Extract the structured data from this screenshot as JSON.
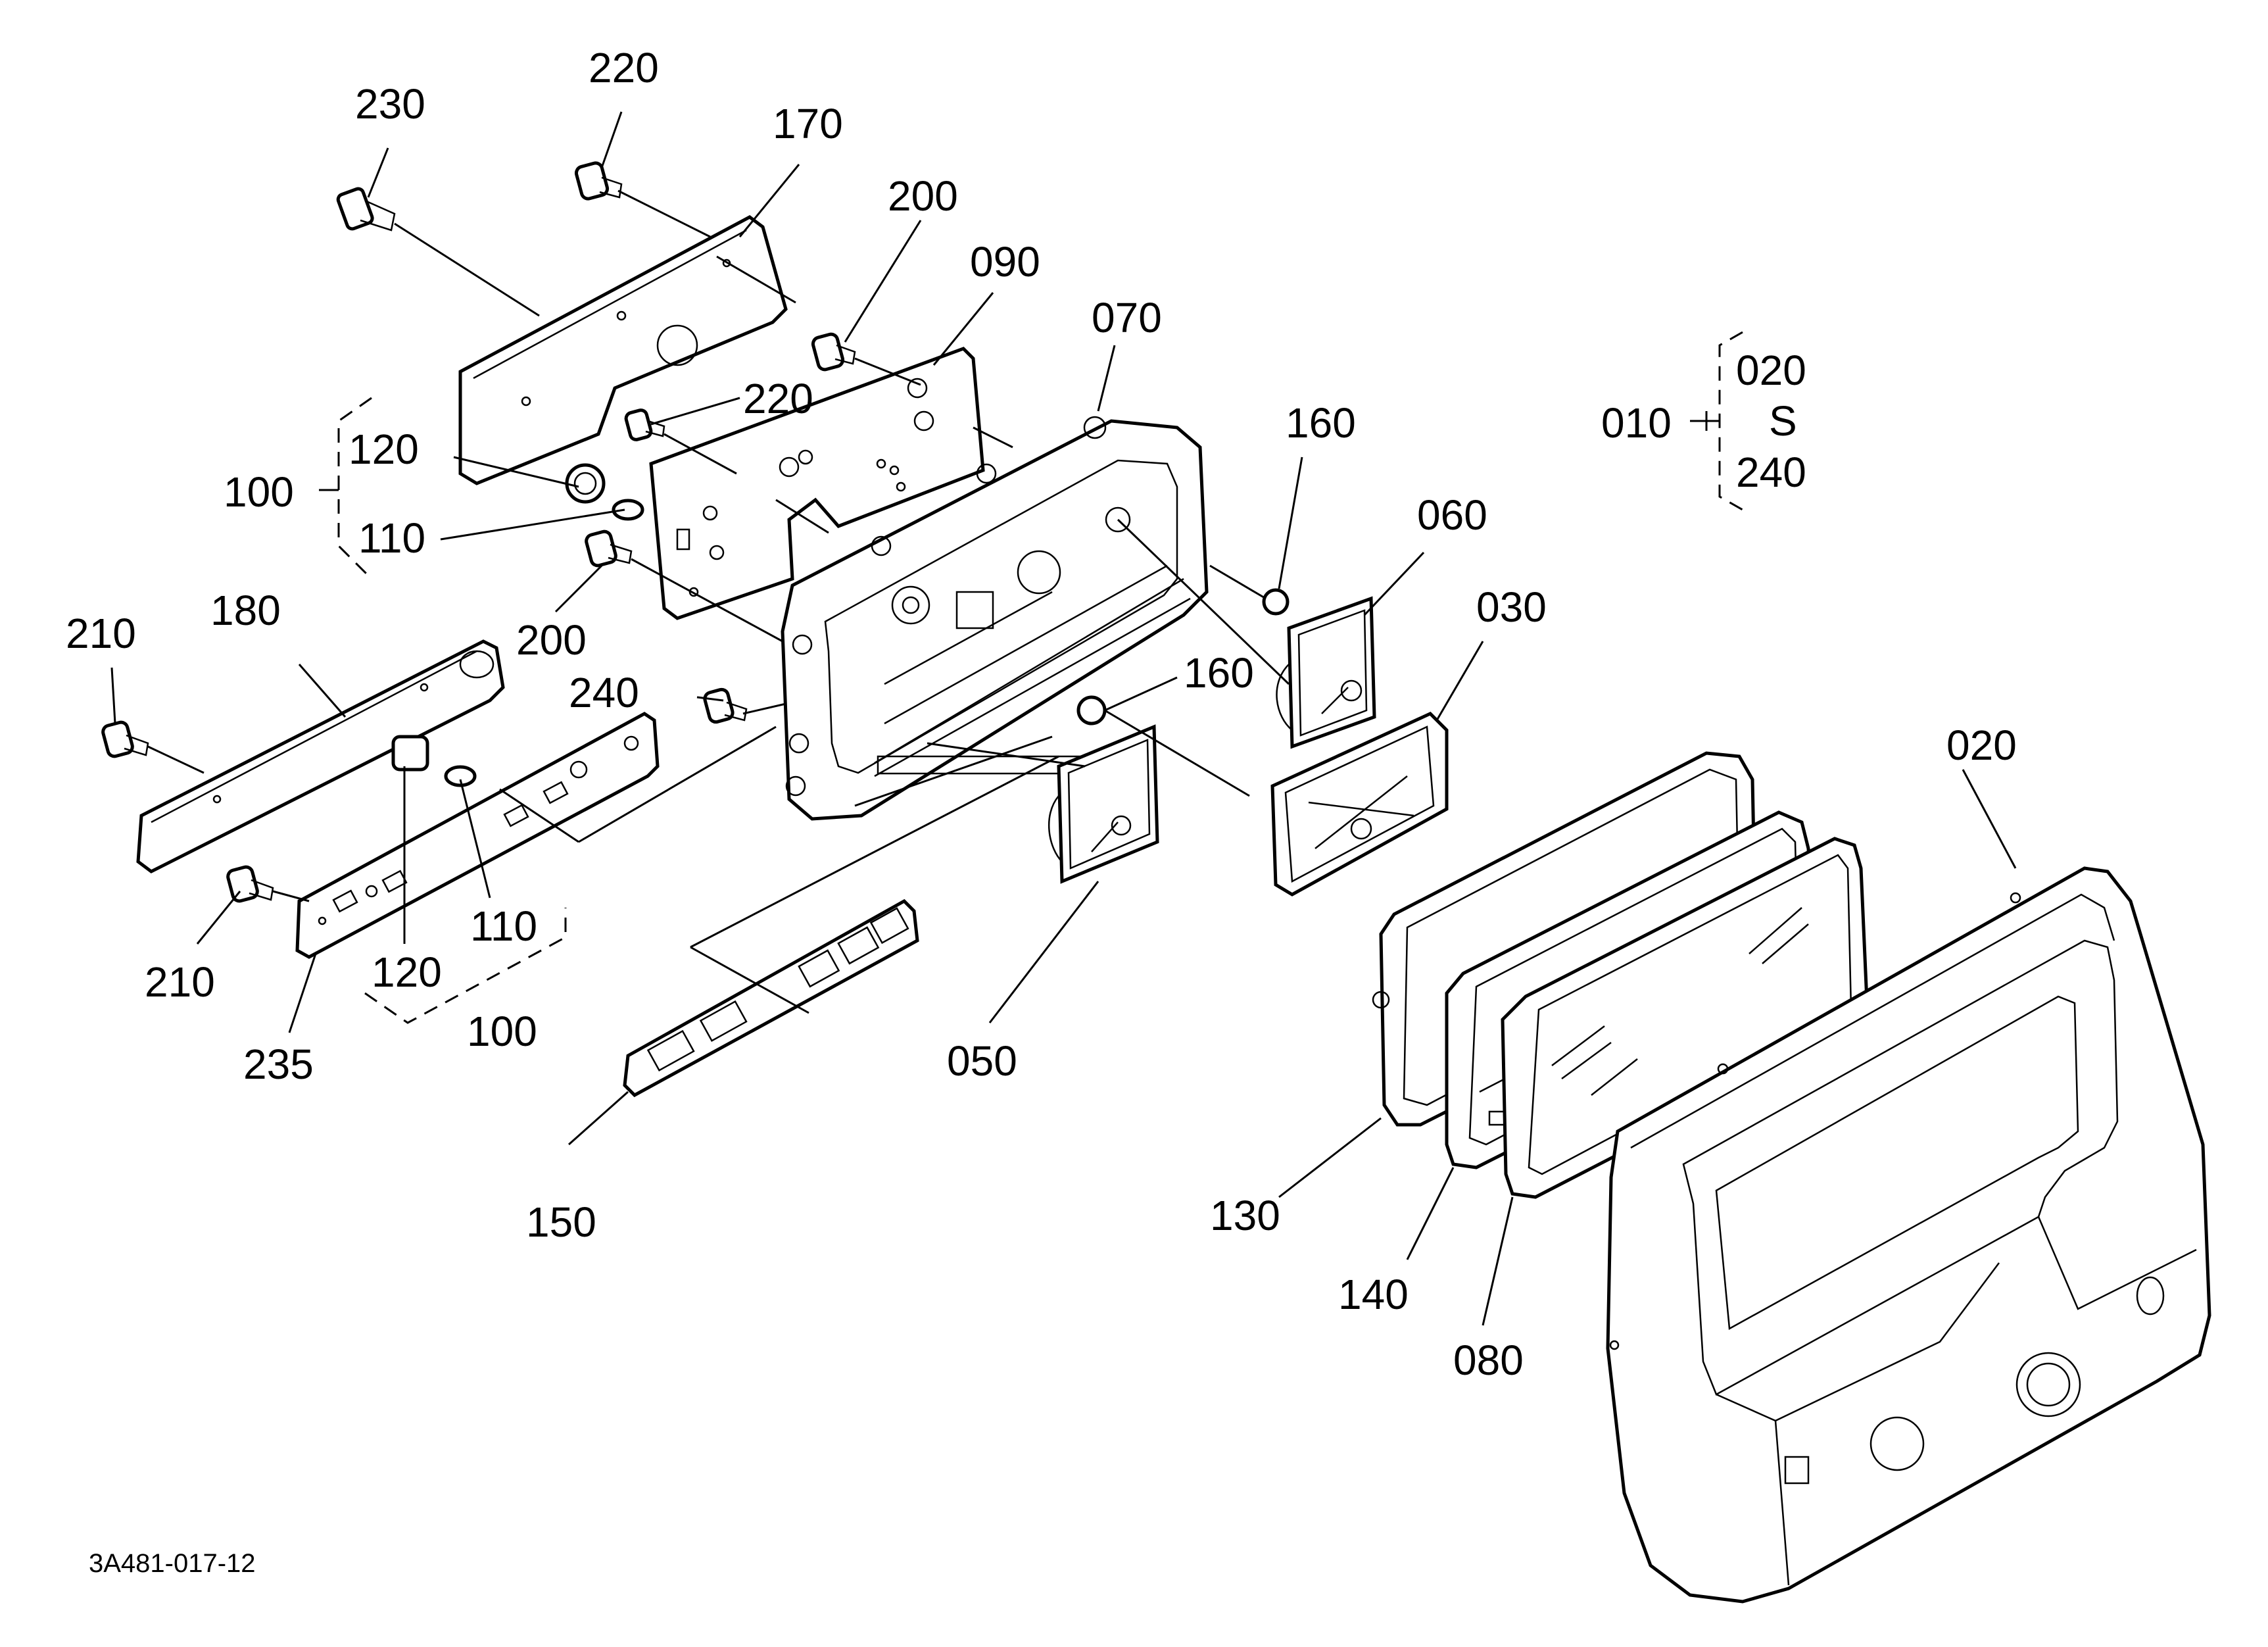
{
  "part_labels": [
    {
      "id": "p230",
      "text": "230"
    },
    {
      "id": "p220a",
      "text": "220"
    },
    {
      "id": "p170",
      "text": "170"
    },
    {
      "id": "p200a",
      "text": "200"
    },
    {
      "id": "p090",
      "text": "090"
    },
    {
      "id": "p070",
      "text": "070"
    },
    {
      "id": "p220b",
      "text": "220"
    },
    {
      "id": "p120a",
      "text": "120"
    },
    {
      "id": "p100a",
      "text": "100"
    },
    {
      "id": "p110a",
      "text": "110"
    },
    {
      "id": "p200b",
      "text": "200"
    },
    {
      "id": "p160a",
      "text": "160"
    },
    {
      "id": "p060",
      "text": "060"
    },
    {
      "id": "p030",
      "text": "030"
    },
    {
      "id": "p010",
      "text": "010"
    },
    {
      "id": "p020a",
      "text": "020"
    },
    {
      "id": "ptilde",
      "text": "S"
    },
    {
      "id": "p240a",
      "text": "240"
    },
    {
      "id": "p210a",
      "text": "210"
    },
    {
      "id": "p180",
      "text": "180"
    },
    {
      "id": "p240b",
      "text": "240"
    },
    {
      "id": "p160b",
      "text": "160"
    },
    {
      "id": "p110b",
      "text": "110"
    },
    {
      "id": "p210b",
      "text": "210"
    },
    {
      "id": "p120b",
      "text": "120"
    },
    {
      "id": "p100b",
      "text": "100"
    },
    {
      "id": "p235",
      "text": "235"
    },
    {
      "id": "p050",
      "text": "050"
    },
    {
      "id": "p020b",
      "text": "020"
    },
    {
      "id": "p150",
      "text": "150"
    },
    {
      "id": "p130",
      "text": "130"
    },
    {
      "id": "p140",
      "text": "140"
    },
    {
      "id": "p080",
      "text": "080"
    }
  ],
  "drawing_code": "3A481-017-12"
}
